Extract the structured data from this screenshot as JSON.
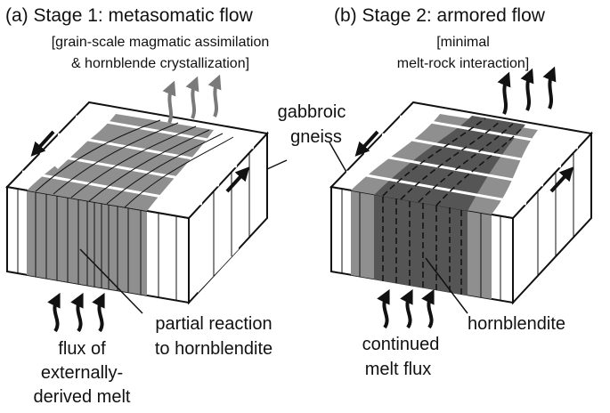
{
  "panel_a": {
    "title": "(a) Stage 1: metasomatic flow",
    "subtitle_line1": "[grain-scale magmatic assimilation",
    "subtitle_line2": "& hornblende crystallization]",
    "label_reaction_line1": "partial reaction",
    "label_reaction_line2": "to hornblendite",
    "label_flux_line1": "flux of",
    "label_flux_line2": "externally-",
    "label_flux_line3": "derived melt"
  },
  "panel_b": {
    "title": "(b) Stage 2: armored flow",
    "subtitle_line1": "[minimal",
    "subtitle_line2": "melt-rock interaction]",
    "label_hornblendite": "hornblendite",
    "label_flux_line1": "continued",
    "label_flux_line2": "melt flux"
  },
  "shared": {
    "label_gneiss_line1": "gabbroic",
    "label_gneiss_line2": "gneiss"
  },
  "colors": {
    "shear_zone_gray": "#8f8f8f",
    "hornblendite_dark": "#555555",
    "outline": "#111111",
    "arrow_gray": "#7a7a7a"
  }
}
